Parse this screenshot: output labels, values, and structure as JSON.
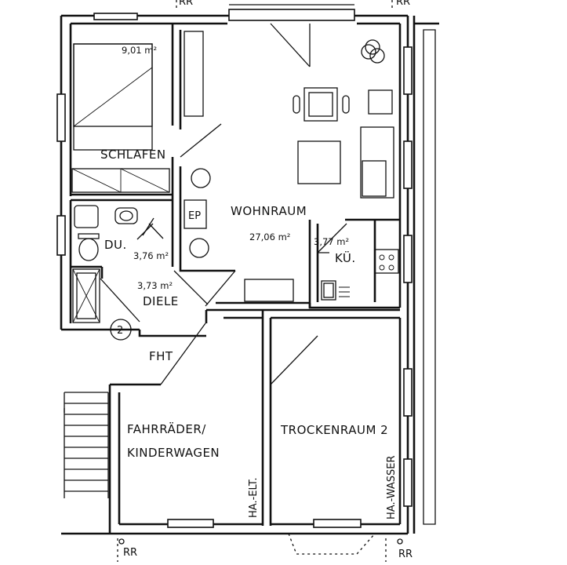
{
  "rooms": {
    "schlafen": {
      "label": "SCHLAFEN",
      "area": "9,01 m²"
    },
    "wohnraum": {
      "label": "WOHNRAUM",
      "area": "27,06 m²"
    },
    "kueche": {
      "label": "KÜ.",
      "area": "3,77 m²"
    },
    "dusche": {
      "label": "DU.",
      "area": "3,76 m²"
    },
    "diele": {
      "label": "DIELE",
      "area": "3,73 m²"
    },
    "fahrraeder": {
      "label_line1": "FAHRRÄDER/",
      "label_line2": "KINDERWAGEN"
    },
    "trockenraum": {
      "label": "TROCKENRAUM 2"
    }
  },
  "marks": {
    "ep": "EP",
    "fht": "FHT",
    "ha_elt": "HA.-ELT.",
    "ha_wasser": "HA.-WASSER",
    "unit_number": "2",
    "rr_top_left": "RR",
    "rr_top_right": "RR",
    "rr_bottom_left": "RR",
    "rr_bottom_right": "RR"
  }
}
